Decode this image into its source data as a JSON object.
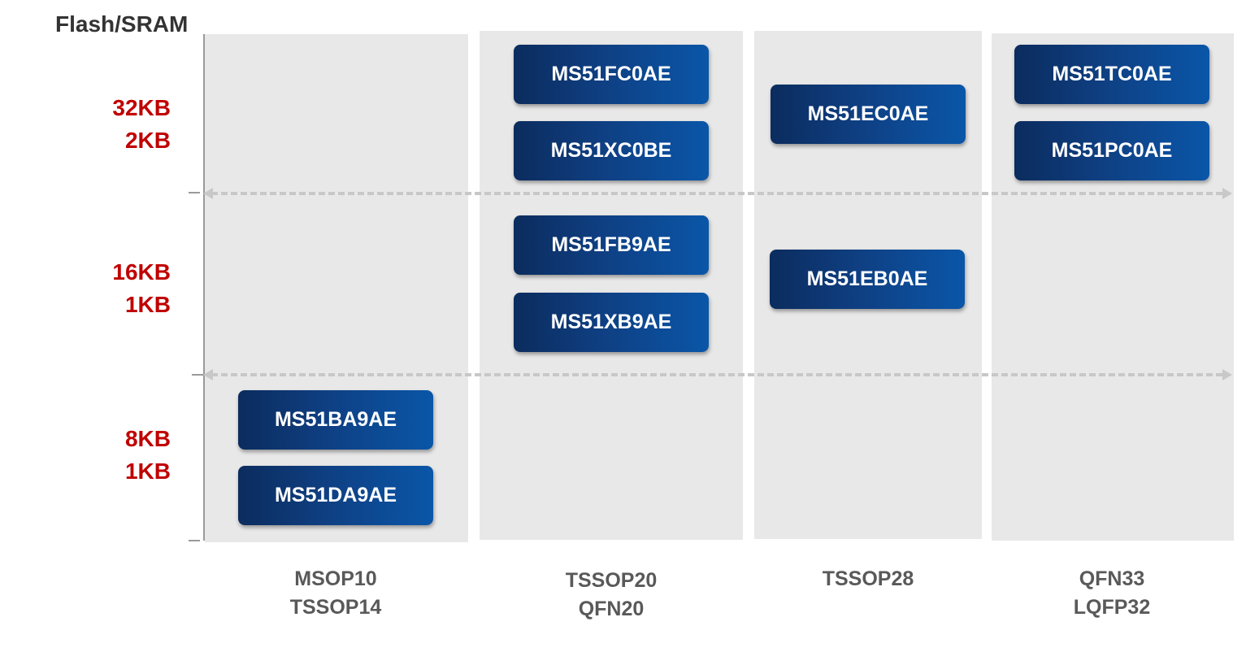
{
  "axis_title": "Flash/SRAM",
  "memory_tiers": [
    {
      "flash": "32KB",
      "sram": "2KB"
    },
    {
      "flash": "16KB",
      "sram": "1KB"
    },
    {
      "flash": "8KB",
      "sram": "1KB"
    }
  ],
  "packages": [
    {
      "line1": "MSOP10",
      "line2": "TSSOP14"
    },
    {
      "line1": "TSSOP20",
      "line2": "QFN20"
    },
    {
      "line1": "TSSOP28",
      "line2": ""
    },
    {
      "line1": "QFN33",
      "line2": "LQFP32"
    }
  ],
  "chips": {
    "ms51fc0ae": "MS51FC0AE",
    "ms51xc0be": "MS51XC0BE",
    "ms51fb9ae": "MS51FB9AE",
    "ms51xb9ae": "MS51XB9AE",
    "ms51ec0ae": "MS51EC0AE",
    "ms51eb0ae": "MS51EB0AE",
    "ms51tc0ae": "MS51TC0AE",
    "ms51pc0ae": "MS51PC0AE",
    "ms51ba9ae": "MS51BA9AE",
    "ms51da9ae": "MS51DA9AE"
  },
  "colors": {
    "memory_label": "#c00000",
    "chip_gradient_start": "#0b2c5e",
    "chip_gradient_end": "#0a56a8",
    "column_background": "#e8e8e8",
    "package_label": "#595959"
  }
}
